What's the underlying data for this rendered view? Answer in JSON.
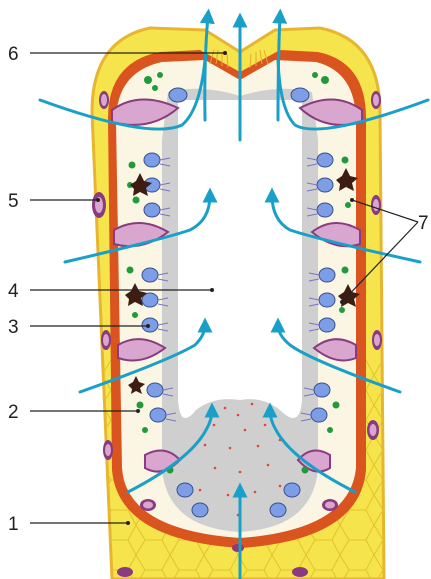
{
  "labels": [
    {
      "id": "1",
      "text": "1"
    },
    {
      "id": "2",
      "text": "2"
    },
    {
      "id": "3",
      "text": "3"
    },
    {
      "id": "4",
      "text": "4"
    },
    {
      "id": "5",
      "text": "5"
    },
    {
      "id": "6",
      "text": "6"
    },
    {
      "id": "7",
      "text": "7"
    }
  ],
  "colors": {
    "tissue_yellow": "#f6e44c",
    "tissue_cell_line": "#e3c72e",
    "membrane_orange": "#d9541e",
    "inner_cream": "#fbf6e3",
    "lumen_gray": "#cfcfcf",
    "blue_arrow": "#1aa0c8",
    "ciliated_cell_blue": "#7d9ee6",
    "purple_cell": "#d9a6d0",
    "green_cell": "#1f9b3a",
    "dark_star_cell": "#3d1d12",
    "red_dots": "#e0443a"
  },
  "icons": [
    "ciliated-cell-icon",
    "green-cell-icon",
    "star-cell-icon",
    "purple-cell-icon",
    "flow-arrow-icon"
  ]
}
